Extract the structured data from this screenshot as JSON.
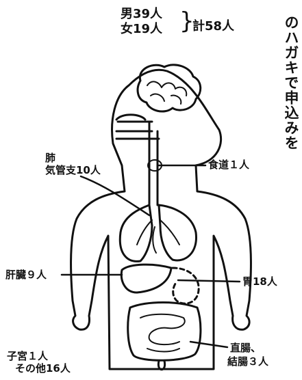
{
  "counts": {
    "male": "男39人",
    "female": "女19人",
    "brace": "}",
    "total": "計58人"
  },
  "vertical_text": "のハガキで申込みを",
  "labels": {
    "esophagus": "食道１人",
    "lung_title": "肺",
    "lung_count": "気管支10人",
    "liver": "肝臓９人",
    "stomach": "胃18人",
    "colon_1": "直腸、",
    "colon_2": "結腸３人",
    "other_1": "子宮１人",
    "other_2": "その他16人"
  },
  "colors": {
    "ink": "#111111",
    "background": "#ffffff"
  }
}
